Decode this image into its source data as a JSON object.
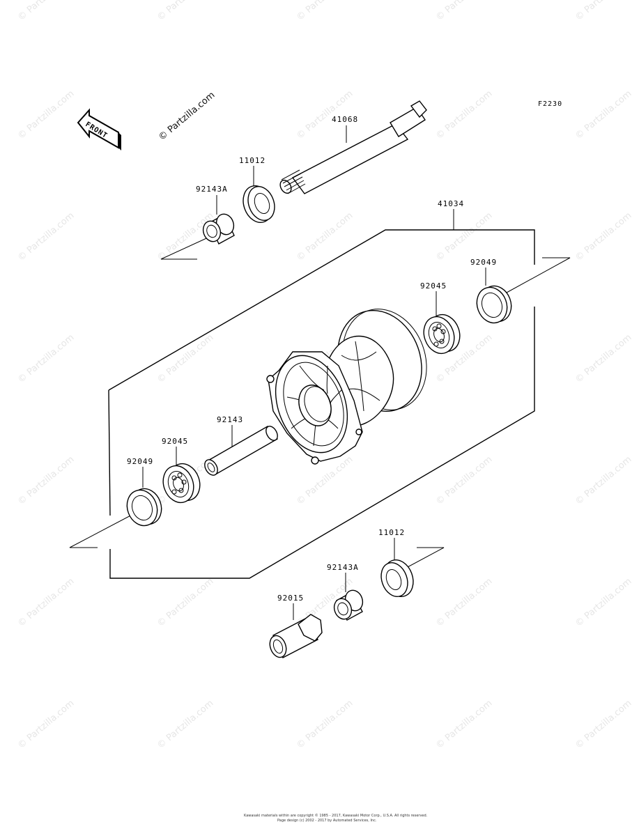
{
  "diagram_code": "F2230",
  "front_arrow_label": "FRONT",
  "watermark": "© Partzilla.com",
  "copyright_lines": [
    "Kawasaki materials within are copyright © 1985 - 2017, Kawasaki Motor Corp., U.S.A. All rights reserved.",
    "Page design (c) 2002 - 2017 by Automated Services, Inc."
  ],
  "parts": {
    "p41068": "41068",
    "p11012_top": "11012",
    "p92143A_top": "92143A",
    "p41034": "41034",
    "p92049_right": "92049",
    "p92045_right": "92045",
    "p92143": "92143",
    "p92045_left": "92045",
    "p92049_left": "92049",
    "p11012_bottom": "11012",
    "p92143A_bottom": "92143A",
    "p92015": "92015"
  }
}
